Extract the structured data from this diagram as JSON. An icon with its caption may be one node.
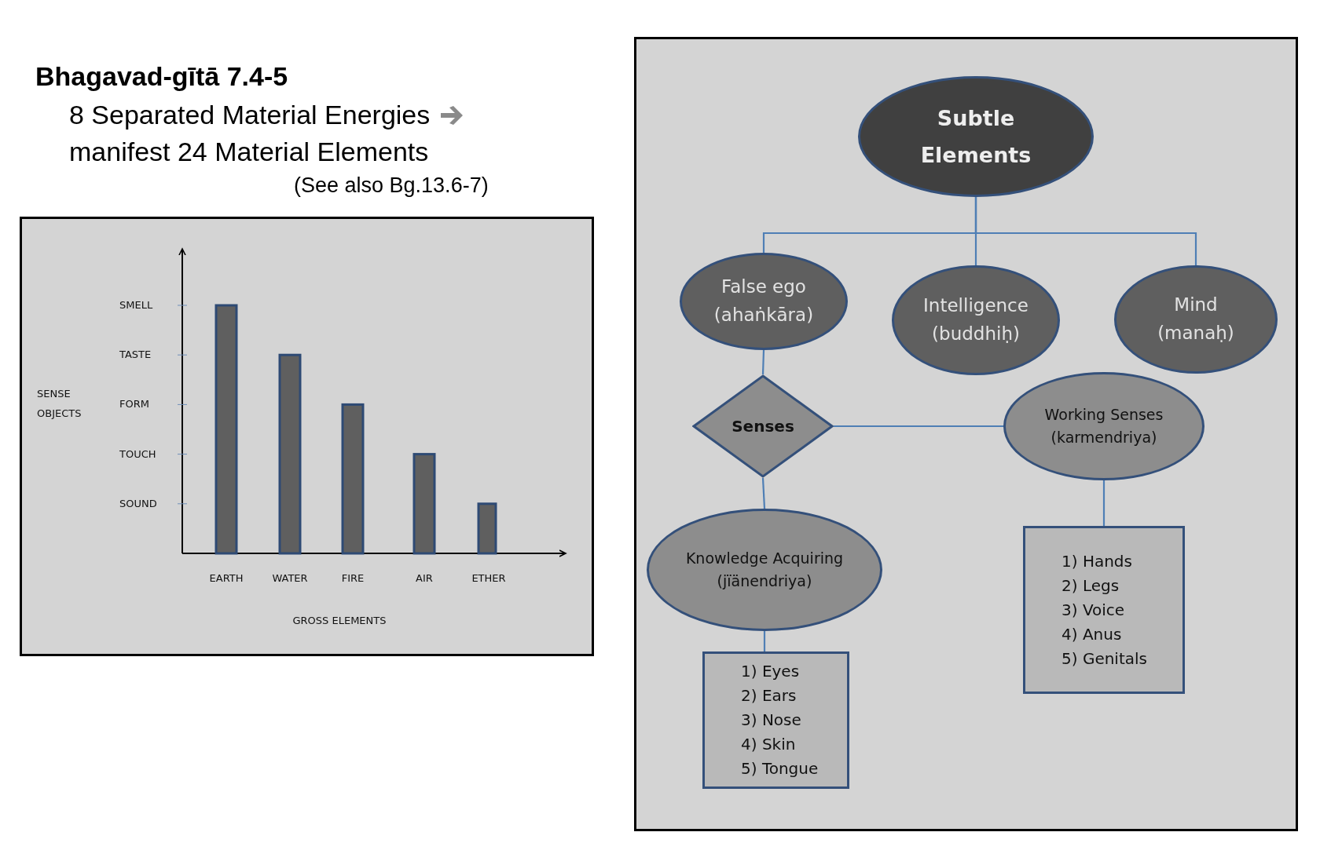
{
  "diagram": {
    "title": "Bhagavad-gītā 7.4-5",
    "nodes": [
      {
        "text": [
          "Subtle Elements"
        ]
      },
      {
        "text": [
          "False ego",
          "(ahaṅkāra)"
        ]
      },
      {
        "text": [
          "Intelligence",
          "(buddhiḥ)"
        ]
      },
      {
        "text": [
          "Mind",
          "(manaḥ)"
        ]
      },
      {
        "text": [
          "Senses"
        ]
      },
      {
        "text": [
          "Working Senses",
          "(karmendriya)"
        ]
      },
      {
        "text": [
          "Knowledge  Acquiring",
          "(jïänendriya)"
        ]
      },
      {
        "text": [
          "1)  Hands",
          "2)  Legs",
          "3)  Voice",
          "4)  Anus",
          "5)  Genitals"
        ]
      },
      {
        "text": [
          "1)  Eyes",
          "2)  Ears",
          "3)  Nose",
          "4)  Skin",
          "5)  Tongue"
        ]
      }
    ],
    "edges": [
      {
        "from": 0,
        "to": 1,
        "arrow": "none"
      },
      {
        "from": 0,
        "to": 2,
        "arrow": "none"
      },
      {
        "from": 0,
        "to": 3,
        "arrow": "none"
      },
      {
        "from": 1,
        "to": 4,
        "arrow": "none"
      },
      {
        "from": 4,
        "to": 5,
        "arrow": "none"
      },
      {
        "from": 4,
        "to": 6,
        "arrow": "none"
      },
      {
        "from": 5,
        "to": 7,
        "arrow": "none"
      },
      {
        "from": 6,
        "to": 8,
        "arrow": "none"
      }
    ],
    "labels": [
      "8 Separated Material Energies",
      "manifest 24 Material Elements",
      "(See also Bg.13.6-7)",
      "SMELL",
      "TASTE",
      "FORM",
      "TOUCH",
      "SOUND",
      "SENSE OBJECTS",
      "EARTH",
      "WATER",
      "FIRE",
      "AIR",
      "ETHER",
      "GROSS ELEMENTS"
    ]
  }
}
